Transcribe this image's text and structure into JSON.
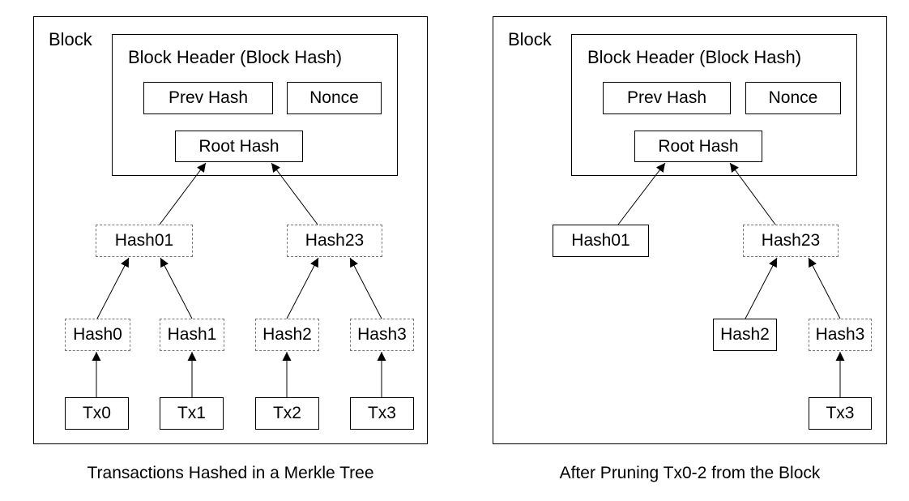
{
  "left": {
    "block_label": "Block",
    "header_title": "Block Header (Block Hash)",
    "prev_hash": "Prev Hash",
    "nonce": "Nonce",
    "root_hash": "Root Hash",
    "hash01": "Hash01",
    "hash23": "Hash23",
    "hash0": "Hash0",
    "hash1": "Hash1",
    "hash2": "Hash2",
    "hash3": "Hash3",
    "tx0": "Tx0",
    "tx1": "Tx1",
    "tx2": "Tx2",
    "tx3": "Tx3",
    "caption": "Transactions Hashed in a Merkle Tree"
  },
  "right": {
    "block_label": "Block",
    "header_title": "Block Header (Block Hash)",
    "prev_hash": "Prev Hash",
    "nonce": "Nonce",
    "root_hash": "Root Hash",
    "hash01": "Hash01",
    "hash23": "Hash23",
    "hash2": "Hash2",
    "hash3": "Hash3",
    "tx3": "Tx3",
    "caption": "After Pruning Tx0-2 from the Block"
  }
}
